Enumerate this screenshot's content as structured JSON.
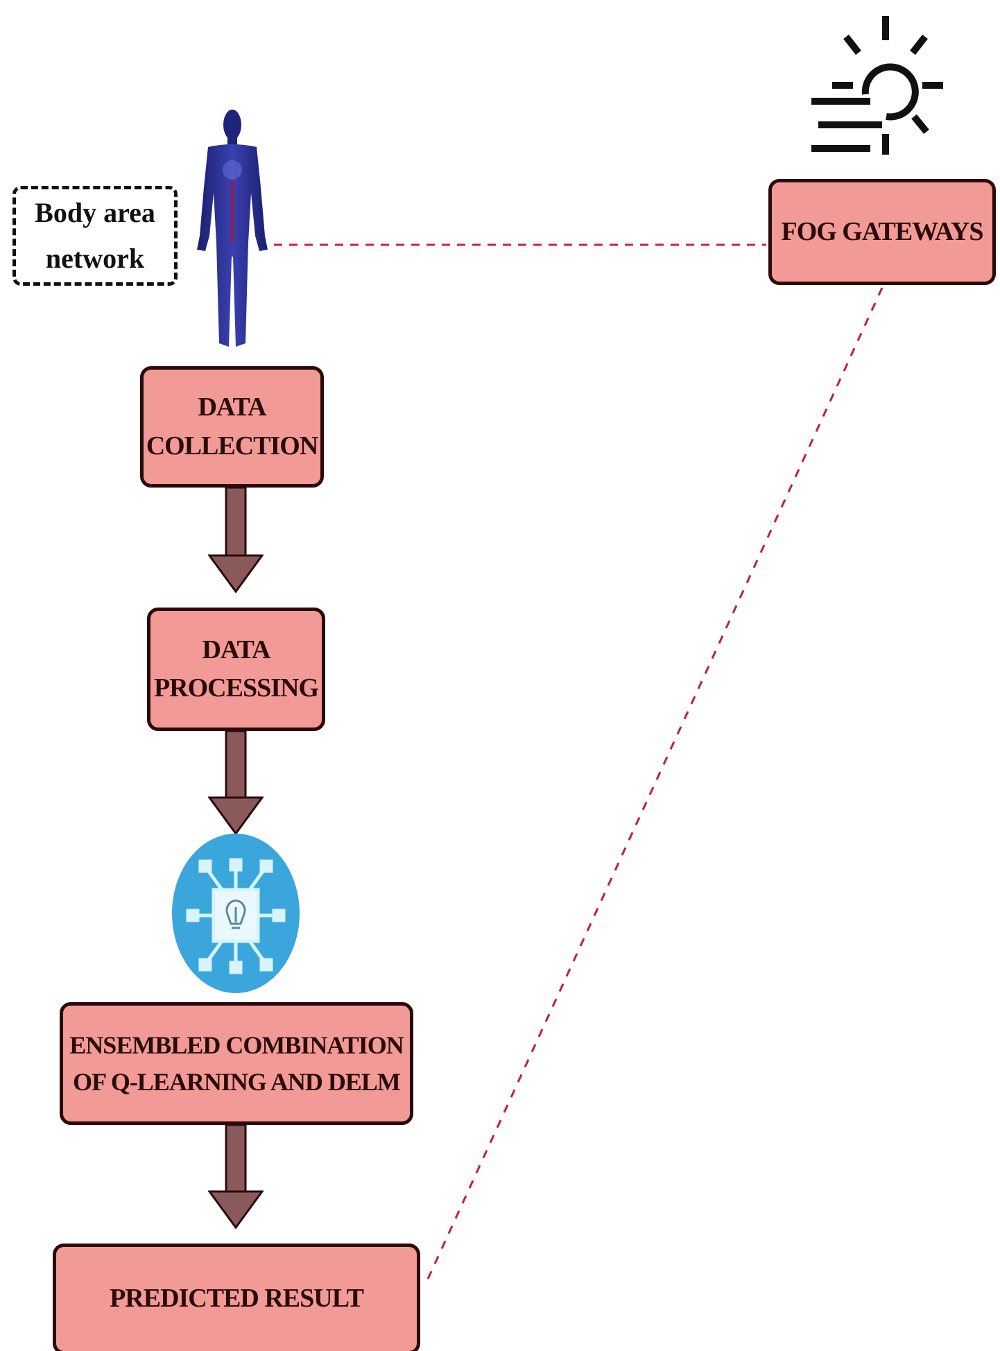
{
  "diagram": {
    "body_area_network": {
      "line1": "Body area",
      "line2": "network"
    },
    "fog_gateways": "FOG GATEWAYS",
    "steps": [
      {
        "line1": "DATA",
        "line2": "COLLECTION"
      },
      {
        "line1": "DATA",
        "line2": "PROCESSING"
      },
      {
        "line1": "ENSEMBLED COMBINATION",
        "line2": "OF Q-LEARNING AND DELM"
      },
      {
        "line1": "PREDICTED RESULT"
      }
    ],
    "icons": [
      "human-body-icon",
      "fog-sun-icon",
      "ai-lightbulb-chip-icon"
    ],
    "colors": {
      "box_fill": "#f29a96",
      "box_border": "#2a0a0a",
      "arrow": "#8a5a5a",
      "dashed_link": "#d0203a",
      "ai_circle": "#3aa6dc"
    }
  }
}
